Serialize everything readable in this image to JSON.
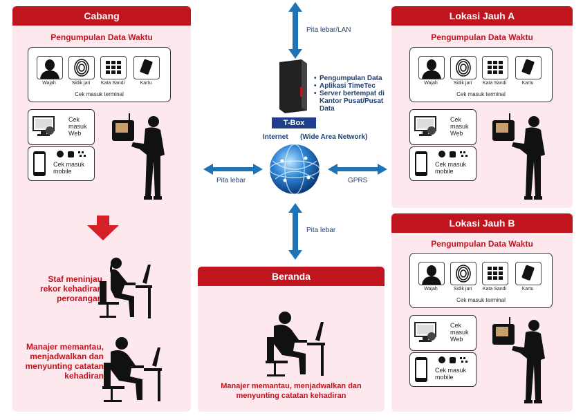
{
  "cabang": {
    "title": "Cabang",
    "subtitle": "Pengumpulan Data Waktu",
    "icons": [
      "Wajah",
      "Sidik jari",
      "Kata Sandi",
      "Kartu"
    ],
    "terminal": "Cek masuk terminal",
    "web": "Cek masuk Web",
    "mobile": "Cek masuk mobile",
    "staff": "Staf meninjau rekor kehadiran perorangan",
    "manager": "Manajer memantau, menjadwalkan dan menyunting catatan kehadiran"
  },
  "jauh_a": {
    "title": "Lokasi Jauh A",
    "subtitle": "Pengumpulan Data Waktu",
    "icons": [
      "Wajah",
      "Sidik jari",
      "Kata Sandi",
      "Kartu"
    ],
    "terminal": "Cek masuk terminal",
    "web": "Cek masuk Web",
    "mobile": "Cek masuk mobile"
  },
  "jauh_b": {
    "title": "Lokasi Jauh B",
    "subtitle": "Pengumpulan Data Waktu",
    "icons": [
      "Wajah",
      "Sidik jari",
      "Kata Sandi",
      "Kartu"
    ],
    "terminal": "Cek masuk terminal",
    "web": "Cek masuk Web",
    "mobile": "Cek masuk mobile"
  },
  "beranda": {
    "title": "Beranda",
    "manager": "Manajer memantau, menjadwalkan dan menyunting catatan kehadiran"
  },
  "center": {
    "top_link": "Pita lebar/LAN",
    "bullets": [
      "Pengumpulan Data",
      "Aplikasi TimeTec",
      "Server bertempat di Kantor Pusat/Pusat Data"
    ],
    "tbox": "T-Box",
    "internet": "Internet",
    "wan": "(Wide Area Network)",
    "left_link": "Pita lebar",
    "right_link": "GPRS",
    "bottom_link": "Pita lebar"
  },
  "colors": {
    "red": "#c0141f",
    "panel": "#fde8ee",
    "arrow": "#1f73b7",
    "text": "#1f3f6e"
  }
}
